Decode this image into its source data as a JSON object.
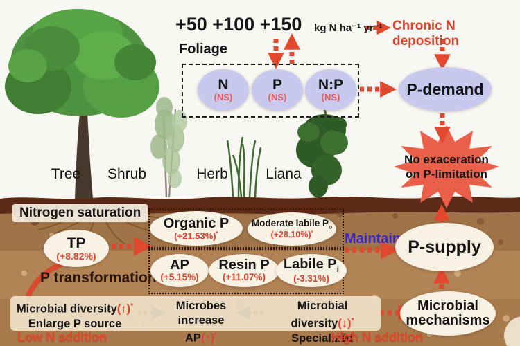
{
  "header": {
    "doses": "+50 +100 +150",
    "unit": "kg N ha⁻¹ yr⁻¹",
    "chronic_label": "Chronic N deposition"
  },
  "plants": {
    "tree": "Tree",
    "shrub": "Shrub",
    "herb": "Herb",
    "liana": "Liana"
  },
  "foliage": {
    "label": "Foliage",
    "nutrients": [
      {
        "name": "N",
        "status": "(NS)"
      },
      {
        "name": "P",
        "status": "(NS)"
      },
      {
        "name": "N:P",
        "status": "(NS)"
      }
    ]
  },
  "p_demand": "P-demand",
  "burst": {
    "line1": "No exaceration",
    "line2": "on P-limitation"
  },
  "soil": {
    "nitrogen_saturation": "Nitrogen saturation",
    "tp": {
      "name": "TP",
      "value": "(+8.82%)"
    },
    "p_transformation": "P transformation",
    "pools_row1": [
      {
        "name": "Organic P",
        "value": "(+21.53%)",
        "star": "*"
      },
      {
        "name": "Moderate labile P",
        "sub": "o",
        "value": "(+28.10%)",
        "star": "*"
      }
    ],
    "pools_row2": [
      {
        "name": "AP",
        "value": "(+5.15%)"
      },
      {
        "name": "Resin P",
        "value": "(+11.07%)"
      },
      {
        "name": "Labile P",
        "sub": "i",
        "value": "(-3.31%)"
      }
    ],
    "maintain": "Maintain",
    "p_supply": "P-supply"
  },
  "microbes": {
    "left": {
      "line1": "Microbial diversity",
      "mark": "(↑)",
      "star": "*",
      "line2": "Enlarge P source"
    },
    "mid": {
      "line1": "Microbes",
      "line2": "increase AP",
      "mark": "(↑)",
      "star": "*"
    },
    "right": {
      "line1": "Microbial diversity",
      "mark": "(↓)",
      "star": "*",
      "line2": "Specialized microbes"
    },
    "mechanisms": {
      "line1": "Microbial",
      "line2": "mechanisms"
    }
  },
  "footer": {
    "low": "Low N addition",
    "high": "High N addition"
  },
  "colors": {
    "accent_red": "#dd4730",
    "arrow_red": "#e0492e",
    "lavender": "#c9c8ef",
    "maintain_blue": "#3928c4",
    "soil_brown": "#a87c50",
    "ground_band": "#5d2817",
    "burst_fill": "#e8604a"
  }
}
